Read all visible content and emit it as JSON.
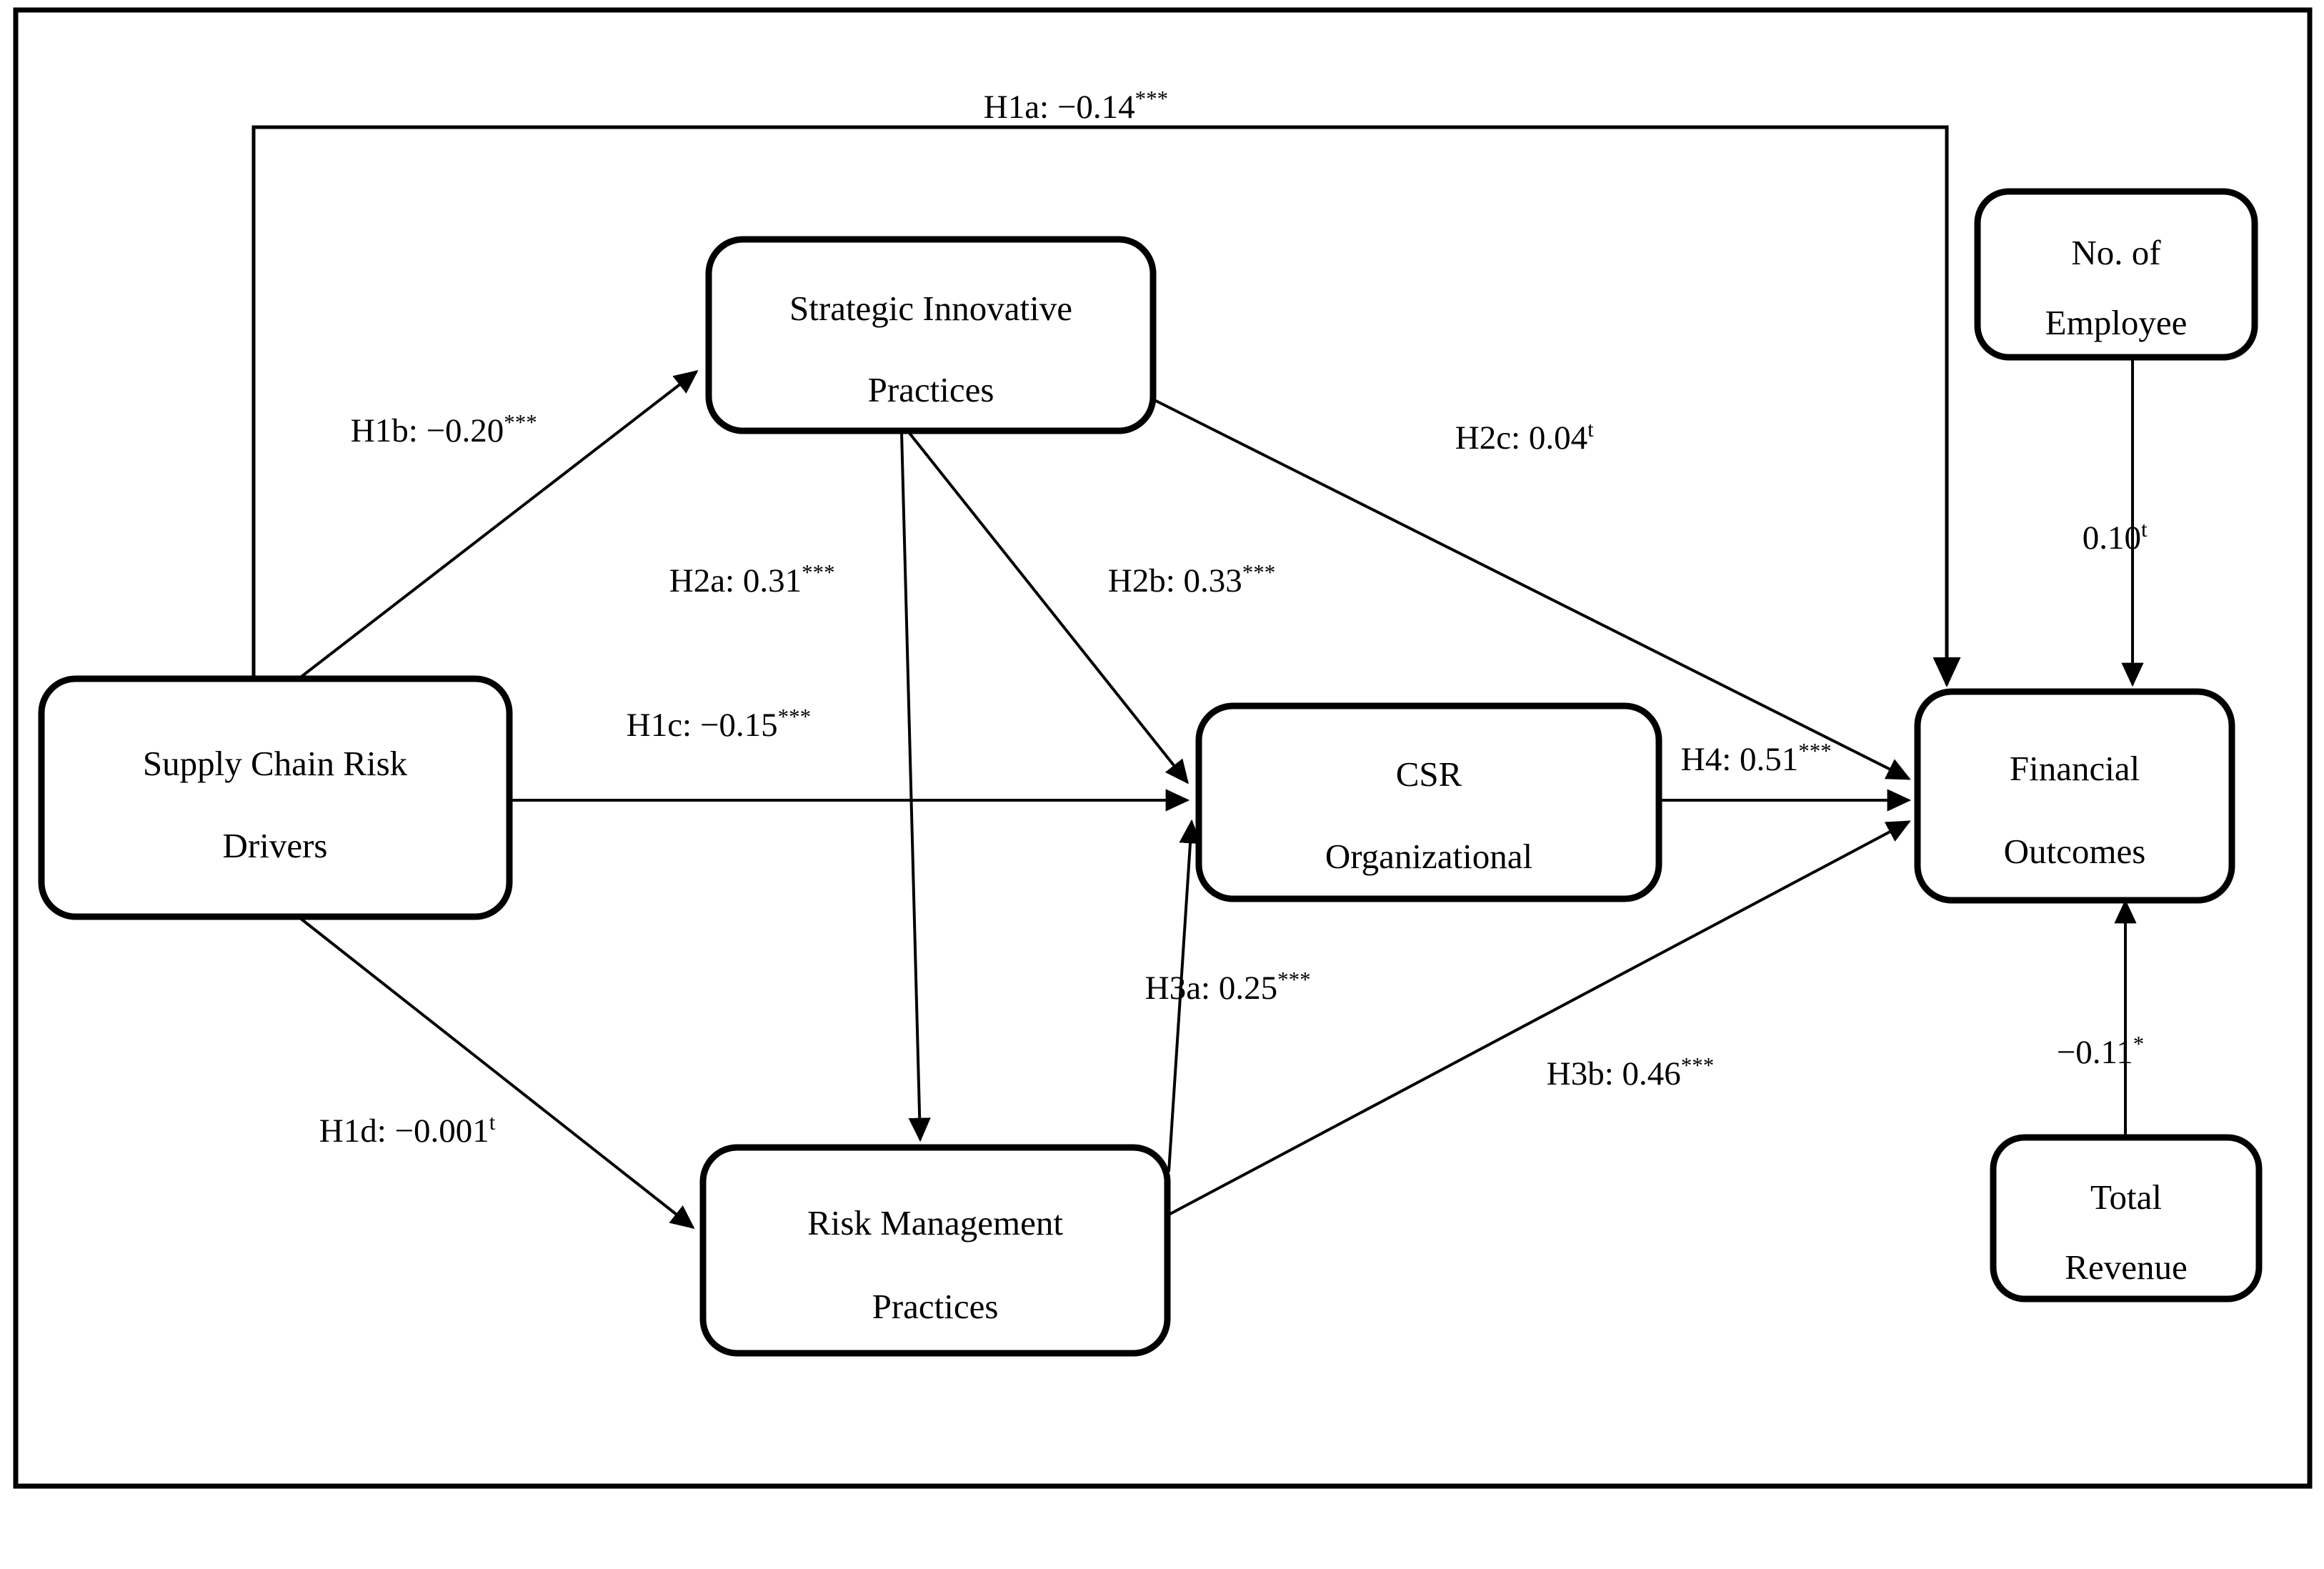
{
  "figure": {
    "type": "path-diagram",
    "description": "Structural equation model of supply chain risk drivers, practices, CSR and financial outcomes",
    "frame_border_color": "#000000",
    "background_color": "#ffffff",
    "node_border_color": "#000000",
    "text_color": "#000000"
  },
  "nodes": [
    {
      "id": "supply-chain-risk-drivers",
      "line1": "Supply Chain Risk",
      "line2": "Drivers"
    },
    {
      "id": "strategic-innovative-practices",
      "line1": "Strategic Innovative",
      "line2": "Practices"
    },
    {
      "id": "risk-management-practices",
      "line1": "Risk Management",
      "line2": "Practices"
    },
    {
      "id": "csr-organizational",
      "line1": "CSR",
      "line2": "Organizational"
    },
    {
      "id": "financial-outcomes",
      "line1": "Financial",
      "line2": "Outcomes"
    },
    {
      "id": "no-of-employee",
      "line1": "No. of",
      "line2": "Employee"
    },
    {
      "id": "total-revenue",
      "line1": "Total",
      "line2": "Revenue"
    }
  ],
  "edges": [
    {
      "id": "h1a",
      "from": "supply-chain-risk-drivers",
      "to": "financial-outcomes",
      "hypothesis": "H1a",
      "coefficient": "-0.14",
      "significance": "***",
      "label": "H1a: −0.14***",
      "label_base": "H1a: −0.14",
      "label_sup": "***"
    },
    {
      "id": "h1b",
      "from": "supply-chain-risk-drivers",
      "to": "strategic-innovative-practices",
      "hypothesis": "H1b",
      "coefficient": "-0.20",
      "significance": "***",
      "label": "H1b: −0.20***",
      "label_base": "H1b: −0.20",
      "label_sup": "***"
    },
    {
      "id": "h1c",
      "from": "supply-chain-risk-drivers",
      "to": "csr-organizational",
      "hypothesis": "H1c",
      "coefficient": "-0.15",
      "significance": "***",
      "label": "H1c: −0.15***",
      "label_base": "H1c: −0.15",
      "label_sup": "***"
    },
    {
      "id": "h1d",
      "from": "supply-chain-risk-drivers",
      "to": "risk-management-practices",
      "hypothesis": "H1d",
      "coefficient": "-0.001",
      "significance": "t",
      "label": "H1d: −0.001t",
      "label_base": "H1d: −0.001",
      "label_sup": "t"
    },
    {
      "id": "h2a",
      "from": "strategic-innovative-practices",
      "to": "risk-management-practices",
      "hypothesis": "H2a",
      "coefficient": "0.31",
      "significance": "***",
      "label": "H2a: 0.31***",
      "label_base": "H2a: 0.31",
      "label_sup": "***"
    },
    {
      "id": "h2b",
      "from": "strategic-innovative-practices",
      "to": "csr-organizational",
      "hypothesis": "H2b",
      "coefficient": "0.33",
      "significance": "***",
      "label": "H2b: 0.33***",
      "label_base": "H2b: 0.33",
      "label_sup": "***"
    },
    {
      "id": "h2c",
      "from": "strategic-innovative-practices",
      "to": "financial-outcomes",
      "hypothesis": "H2c",
      "coefficient": "0.04",
      "significance": "t",
      "label": "H2c: 0.04t",
      "label_base": "H2c: 0.04",
      "label_sup": "t"
    },
    {
      "id": "h3a",
      "from": "risk-management-practices",
      "to": "csr-organizational",
      "hypothesis": "H3a",
      "coefficient": "0.25",
      "significance": "***",
      "label": "H3a: 0.25***",
      "label_base": "H3a: 0.25",
      "label_sup": "***"
    },
    {
      "id": "h3b",
      "from": "risk-management-practices",
      "to": "financial-outcomes",
      "hypothesis": "H3b",
      "coefficient": "0.46",
      "significance": "***",
      "label": "H3b: 0.46***",
      "label_base": "H3b: 0.46",
      "label_sup": "***"
    },
    {
      "id": "h4",
      "from": "csr-organizational",
      "to": "financial-outcomes",
      "hypothesis": "H4",
      "coefficient": "0.51",
      "significance": "***",
      "label": "H4: 0.51***",
      "label_base": "H4: 0.51",
      "label_sup": "***"
    },
    {
      "id": "employee-control",
      "from": "no-of-employee",
      "to": "financial-outcomes",
      "hypothesis": "",
      "coefficient": "0.10",
      "significance": "t",
      "label": "0.10t",
      "label_base": "0.10",
      "label_sup": "t"
    },
    {
      "id": "revenue-control",
      "from": "total-revenue",
      "to": "financial-outcomes",
      "hypothesis": "",
      "coefficient": "-0.11",
      "significance": "*",
      "label": "−0.11*",
      "label_base": "−0.11",
      "label_sup": "*"
    }
  ]
}
